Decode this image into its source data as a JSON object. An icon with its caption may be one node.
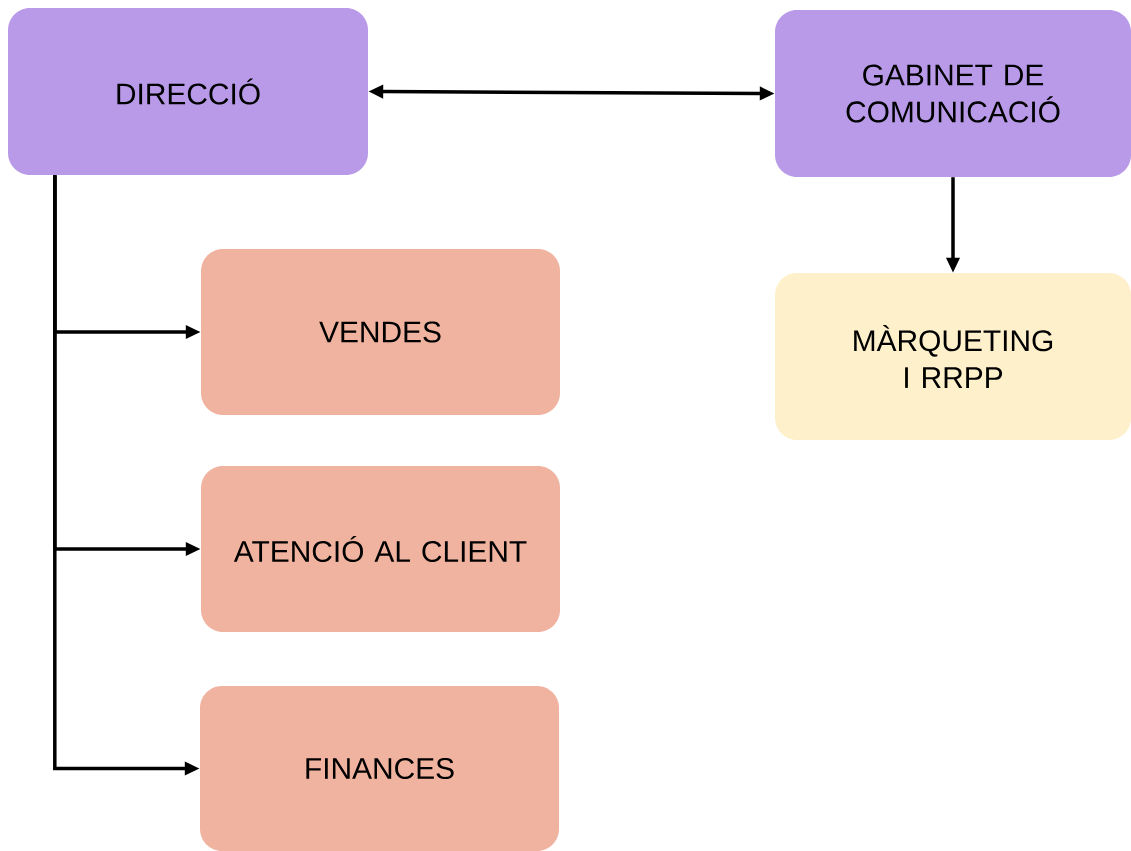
{
  "diagram": {
    "nodes": [
      {
        "text": [
          "DIRECCIÓ"
        ]
      },
      {
        "text": [
          "GABINET DE COMUNICACIÓ"
        ]
      },
      {
        "text": [
          "VENDES"
        ]
      },
      {
        "text": [
          "ATENCIÓ AL CLIENT"
        ]
      },
      {
        "text": [
          "FINANCES"
        ]
      },
      {
        "text": [
          "MÀRQUETING I RRPP"
        ]
      }
    ],
    "edges": [
      {
        "from": 0,
        "to": 1,
        "arrow": "both"
      },
      {
        "from": 1,
        "to": 5,
        "arrow": "to"
      },
      {
        "from": 0,
        "to": 2,
        "arrow": "to"
      },
      {
        "from": 0,
        "to": 3,
        "arrow": "to"
      },
      {
        "from": 0,
        "to": 4,
        "arrow": "to"
      }
    ]
  }
}
